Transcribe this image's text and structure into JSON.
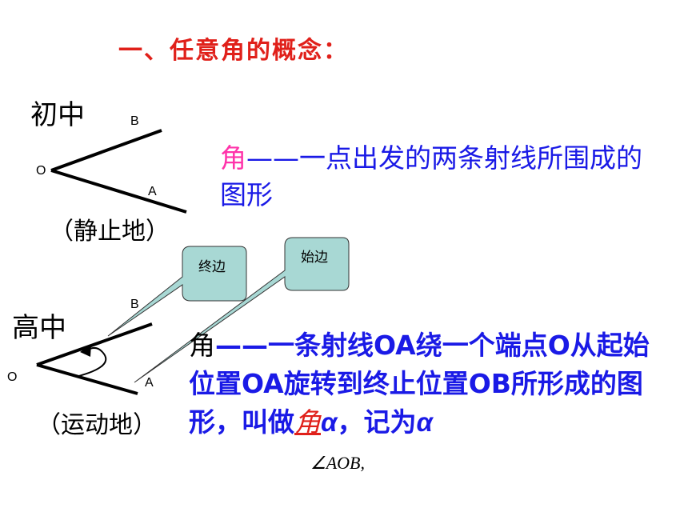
{
  "title": "一、任意角的概念：",
  "junior": {
    "heading": "初中",
    "label_b": "B",
    "label_o": "O",
    "label_a": "A",
    "state": "（静止地）",
    "def_term": "角",
    "def_text": "——一点出发的两条射线所围成的图形"
  },
  "senior": {
    "heading": "高中",
    "label_b": "B",
    "label_o": "O",
    "label_a": "A",
    "state": "（运动地）",
    "callout_terminal": "终边",
    "callout_initial": "始边",
    "def_term": "角",
    "def_text_1": "——一条射线OA绕一个端点O从起始位置OA旋转到终止位置OB所形成的图形，叫做",
    "def_named": "角",
    "def_alpha": "α",
    "def_text_2": "，记为",
    "def_alpha2": "α",
    "math_expr": "∠AOB,"
  },
  "colors": {
    "title": "#e0201a",
    "definition": "#1a1ae6",
    "highlight": "#ff33aa",
    "callout_fill": "#a8d8d4"
  }
}
